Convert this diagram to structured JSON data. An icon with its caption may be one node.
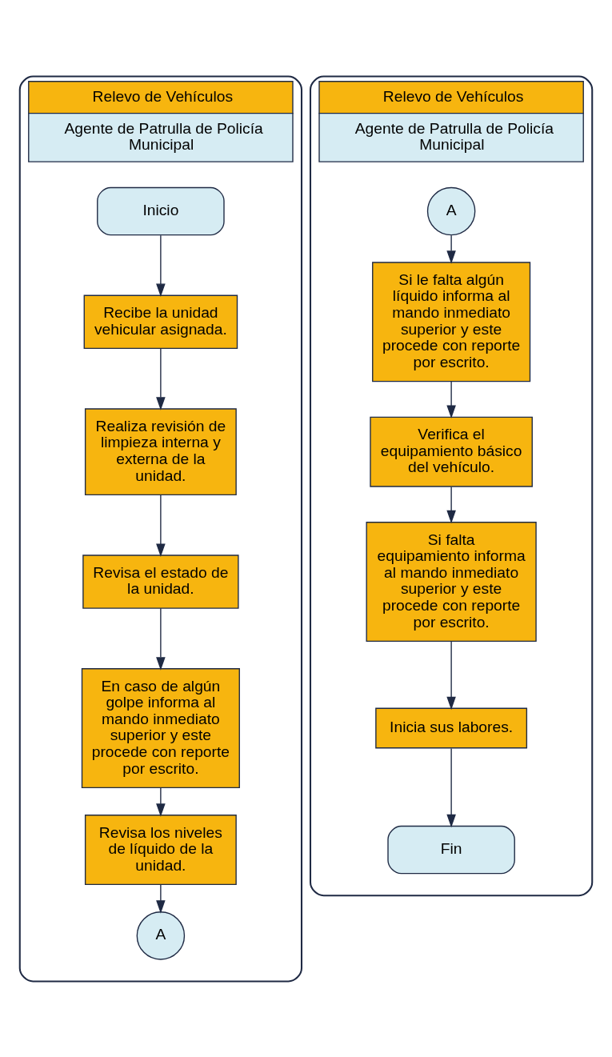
{
  "diagram": {
    "nodes": [
      {
        "text": [
          "Relevo de Vehículos",
          "Agente de Patrulla de Policía Municipal"
        ]
      },
      {
        "text": [
          "Inicio"
        ],
        "in": 0
      },
      {
        "text": [
          "Recibe la unidad vehicular asignada."
        ],
        "in": 0
      },
      {
        "text": [
          "Realiza revisión de limpieza interna y externa de la unidad."
        ],
        "in": 0
      },
      {
        "text": [
          "Revisa el estado de la unidad."
        ],
        "in": 0
      },
      {
        "text": [
          "En caso de algún golpe informa al mando inmediato superior y este procede con reporte por escrito."
        ],
        "in": 0
      },
      {
        "text": [
          "Revisa los niveles de líquido de la unidad."
        ],
        "in": 0
      },
      {
        "text": [
          "A"
        ],
        "in": 0
      },
      {
        "text": [
          "Relevo de Vehículos",
          "Agente de Patrulla de Policía Municipal"
        ]
      },
      {
        "text": [
          "A"
        ],
        "in": 8
      },
      {
        "text": [
          "Si le falta algún líquido informa al mando inmediato superior y este procede con reporte por escrito."
        ],
        "in": 8
      },
      {
        "text": [
          "Verifica el equipamiento básico del vehículo."
        ],
        "in": 8
      },
      {
        "text": [
          "Si falta equipamiento informa al mando inmediato superior y este procede con reporte por escrito."
        ],
        "in": 8
      },
      {
        "text": [
          "Inicia sus labores."
        ],
        "in": 8
      },
      {
        "text": [
          "Fin"
        ],
        "in": 8
      }
    ],
    "edges": [
      {
        "from": 1,
        "to": 2,
        "arrow": "to"
      },
      {
        "from": 2,
        "to": 3,
        "arrow": "to"
      },
      {
        "from": 3,
        "to": 4,
        "arrow": "to"
      },
      {
        "from": 4,
        "to": 5,
        "arrow": "to"
      },
      {
        "from": 5,
        "to": 6,
        "arrow": "to"
      },
      {
        "from": 6,
        "to": 7,
        "arrow": "to"
      },
      {
        "from": 9,
        "to": 10,
        "arrow": "to"
      },
      {
        "from": 10,
        "to": 11,
        "arrow": "to"
      },
      {
        "from": 11,
        "to": 12,
        "arrow": "to"
      },
      {
        "from": 12,
        "to": 13,
        "arrow": "to"
      },
      {
        "from": 13,
        "to": 14,
        "arrow": "to"
      }
    ]
  }
}
